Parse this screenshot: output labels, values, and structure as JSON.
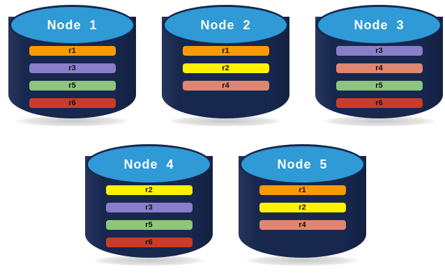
{
  "diagram": {
    "type": "node-replica-placement",
    "background_color": "#FFFFFF",
    "cylinder_body_color": "#17274E",
    "cylinder_top_color": "#2F9AD5",
    "replica_colors": {
      "r1": "#F99B00",
      "r2": "#FFF200",
      "r3": "#8A7EC8",
      "r4": "#E08572",
      "r5": "#8CC57B",
      "r6": "#CC3B27"
    },
    "nodes": [
      {
        "id": "node-1",
        "label": "Node  1",
        "replicas": [
          {
            "label": "r1",
            "color": "#F99B00"
          },
          {
            "label": "r3",
            "color": "#8A7EC8"
          },
          {
            "label": "r5",
            "color": "#8CC57B"
          },
          {
            "label": "r6",
            "color": "#CC3B27"
          }
        ]
      },
      {
        "id": "node-2",
        "label": "Node  2",
        "replicas": [
          {
            "label": "r1",
            "color": "#F99B00"
          },
          {
            "label": "r2",
            "color": "#FFF200"
          },
          {
            "label": "r4",
            "color": "#E08572"
          }
        ]
      },
      {
        "id": "node-3",
        "label": "Node  3",
        "replicas": [
          {
            "label": "r3",
            "color": "#8A7EC8"
          },
          {
            "label": "r4",
            "color": "#E08572"
          },
          {
            "label": "r5",
            "color": "#8CC57B"
          },
          {
            "label": "r6",
            "color": "#CC3B27"
          }
        ]
      },
      {
        "id": "node-4",
        "label": "Node  4",
        "replicas": [
          {
            "label": "r2",
            "color": "#FFF200"
          },
          {
            "label": "r3",
            "color": "#8A7EC8"
          },
          {
            "label": "r5",
            "color": "#8CC57B"
          },
          {
            "label": "r6",
            "color": "#CC3B27"
          }
        ]
      },
      {
        "id": "node-5",
        "label": "Node  5",
        "replicas": [
          {
            "label": "r1",
            "color": "#F99B00"
          },
          {
            "label": "r2",
            "color": "#FFF200"
          },
          {
            "label": "r4",
            "color": "#E08572"
          }
        ]
      }
    ]
  }
}
